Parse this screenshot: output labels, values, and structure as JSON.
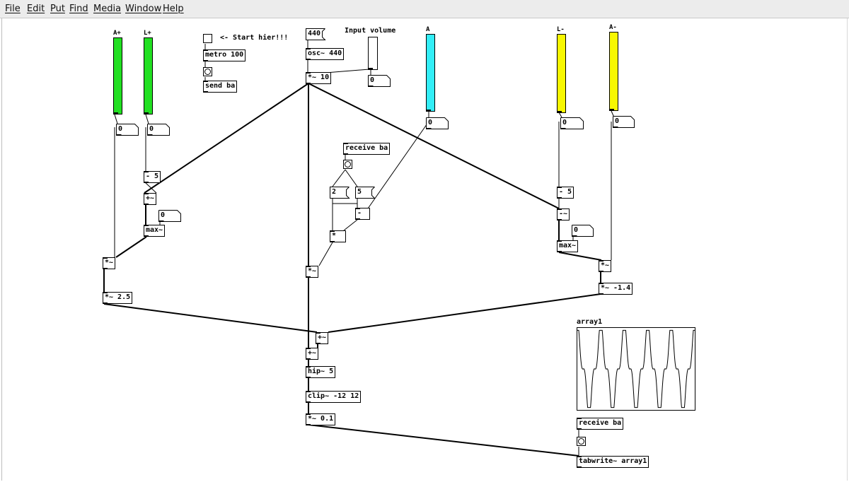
{
  "menu": [
    "File",
    "Edit",
    "Put",
    "Find",
    "Media",
    "Window",
    "Help"
  ],
  "labels": {
    "a_plus": "A+",
    "l_plus": "L+",
    "a": "A",
    "l_minus": "L-",
    "a_minus": "A-",
    "input_volume": "Input volume",
    "start_hint": "<- Start hier!!!",
    "array_name": "array1"
  },
  "colors": {
    "green": "#22e022",
    "cyan": "#33eef7",
    "yellow": "#f7f700",
    "menubar": "#ececec"
  },
  "objects": {
    "metro": "metro 100",
    "send_ba": "send ba",
    "osc": "osc~ 440",
    "mul10": "*~ 10",
    "receive_ba_1": "receive ba",
    "minus5_left": "- 5",
    "plus_left": "+~",
    "max_left": "max~",
    "mul_left": "*~",
    "mul_25": "*~ 2.5",
    "minus_mid": "-",
    "mul_mid": "*",
    "mul_center": "*~",
    "minus5_right": "- 5",
    "minus_sig_right": "-~",
    "max_right": "max~",
    "mul_right": "*~",
    "mul_neg14": "*~ -1.4",
    "add1": "+~",
    "add2": "+~",
    "hip": "hip~ 5",
    "clip": "clip~ -12 12",
    "mul01": "*~ 0.1",
    "receive_ba_2": "receive ba",
    "tabwrite": "tabwrite~ array1"
  },
  "numbers": {
    "num_aplus": "0",
    "num_lplus": "0",
    "num_vol": "0",
    "num_a": "0",
    "num_lminus": "0",
    "num_aminus": "0",
    "num_left_max": "0",
    "num_right_max": "0"
  },
  "messages": {
    "msg_440": "440",
    "msg_2": "2",
    "msg_5": "5"
  }
}
